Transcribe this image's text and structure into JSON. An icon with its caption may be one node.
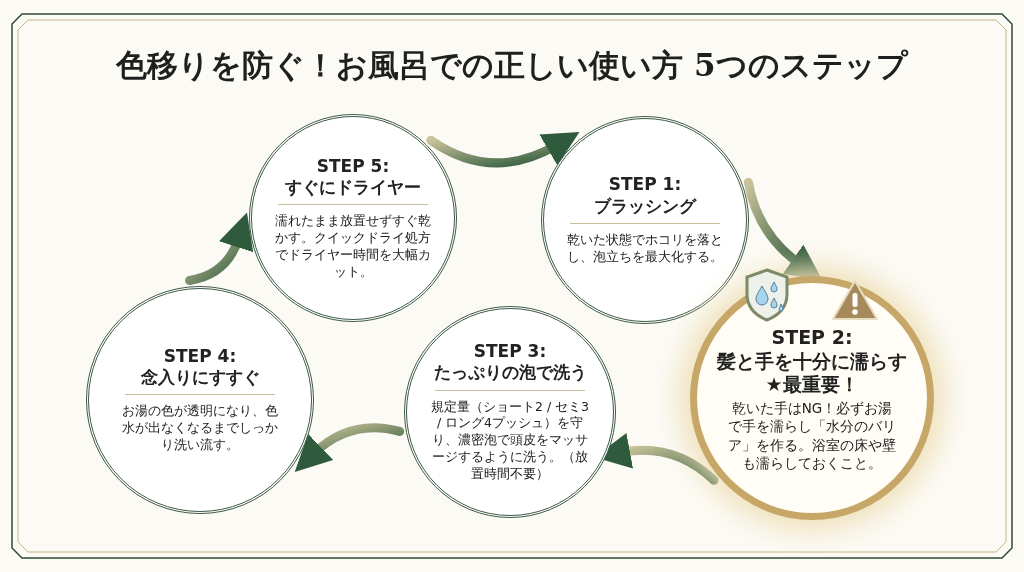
{
  "diagram": {
    "title": "色移りを防ぐ！お風呂での正しい使い方 5つのステップ",
    "nodes": [
      {
        "text": [
          "STEP 1:",
          "ブラッシング",
          "乾いた状態でホコリを落とし、泡立ちを最大化する。"
        ]
      },
      {
        "text": [
          "STEP 2:",
          "髪と手を十分に濡らす",
          "★最重要！",
          "乾いた手はNG！必ずお湯で手を濡らし「水分のバリア」を作る。浴室の床や壁も濡らしておくこと。"
        ]
      },
      {
        "text": [
          "STEP 3:",
          "たっぷりの泡で洗う",
          "規定量（ショート2 / セミ3 / ロング4プッシュ）を守り、濃密泡で頭皮をマッサージするように洗う。（放置時間不要）"
        ]
      },
      {
        "text": [
          "STEP 4:",
          "念入りにすすぐ",
          "お湯の色が透明になり、色水が出なくなるまでしっかり洗い流す。"
        ]
      },
      {
        "text": [
          "STEP 5:",
          "すぐにドライヤー",
          "濡れたまま放置せずすぐ乾かす。クイックドライ処方でドライヤー時間を大幅カット。"
        ]
      }
    ],
    "edges": [
      {
        "from": 4,
        "to": 0,
        "arrow": "to"
      },
      {
        "from": 0,
        "to": 1,
        "arrow": "to"
      },
      {
        "from": 1,
        "to": 2,
        "arrow": "to"
      },
      {
        "from": 2,
        "to": 3,
        "arrow": "to"
      },
      {
        "from": 3,
        "to": 4,
        "arrow": "to"
      }
    ]
  }
}
